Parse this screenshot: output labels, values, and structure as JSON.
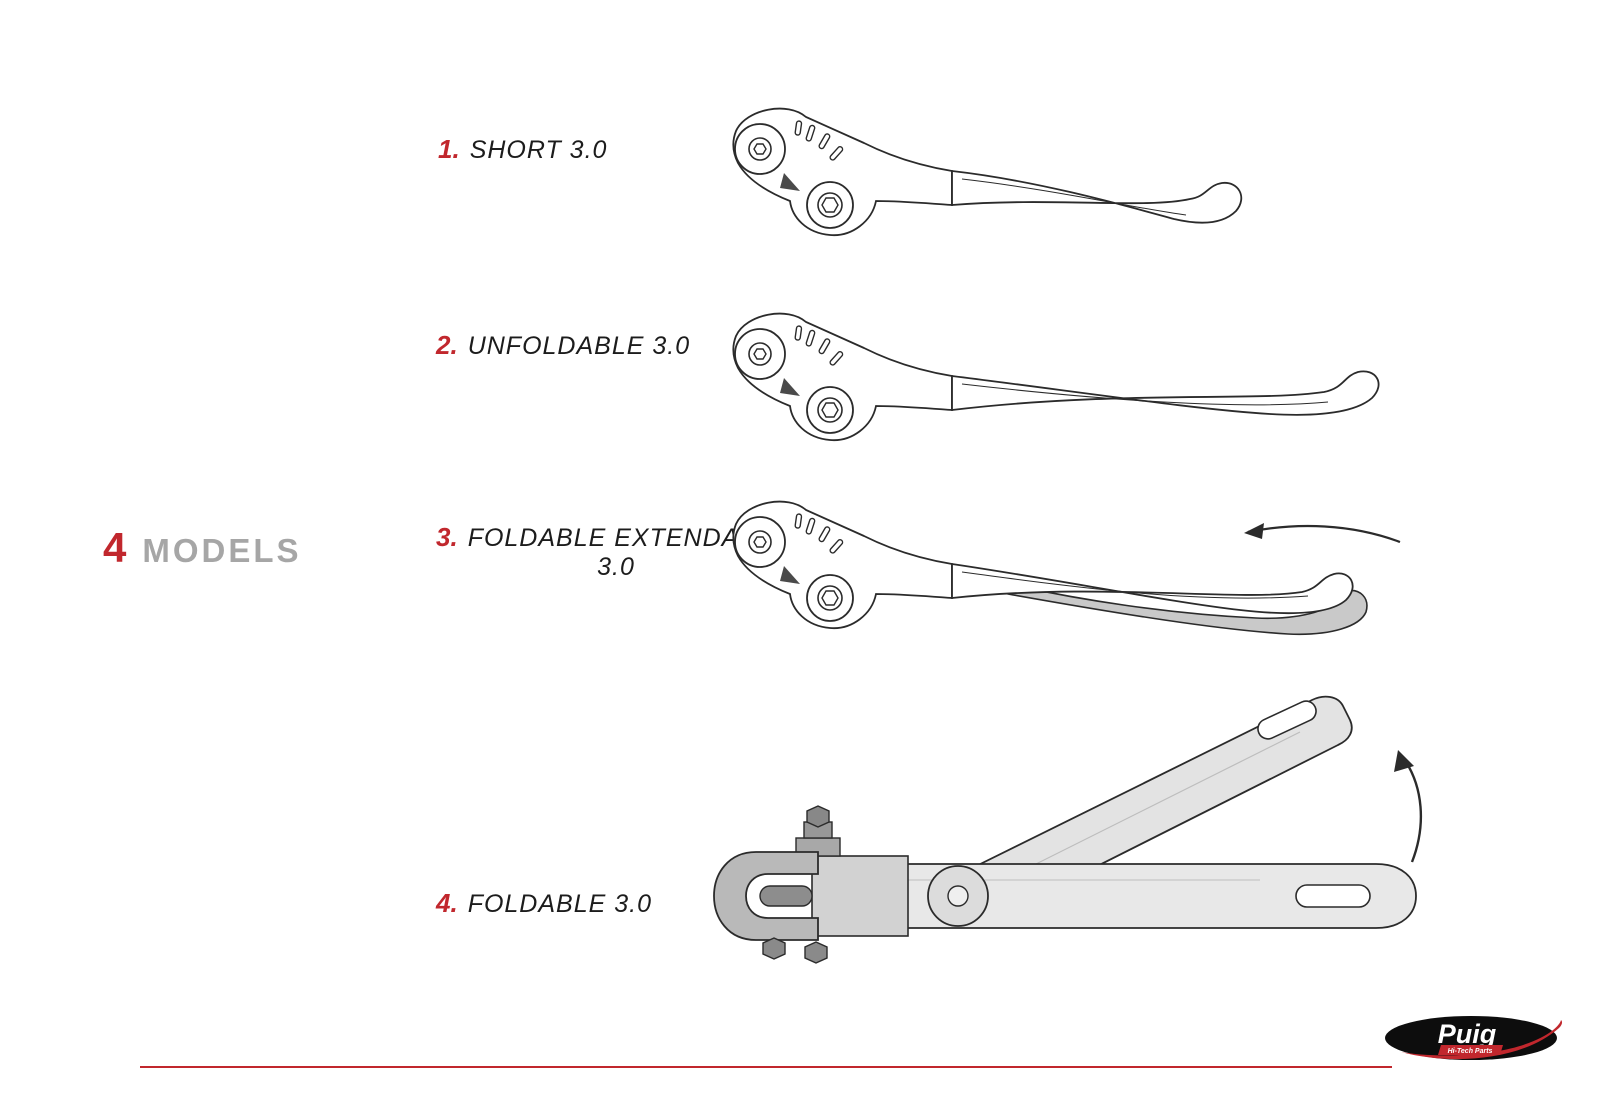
{
  "header": {
    "count": "4",
    "word": "MODELS"
  },
  "models": [
    {
      "number": "1.",
      "label": "SHORT 3.0",
      "label2": ""
    },
    {
      "number": "2.",
      "label": "UNFOLDABLE 3.0",
      "label2": ""
    },
    {
      "number": "3.",
      "label": "FOLDABLE EXTENDABLE",
      "label2": "3.0"
    },
    {
      "number": "4.",
      "label": "FOLDABLE 3.0",
      "label2": ""
    }
  ],
  "logo": {
    "brand": "Puig",
    "tagline": "Hi-Tech Parts"
  },
  "colors": {
    "accent_red": "#c1272d",
    "muted_gray": "#a6a6a6",
    "ink": "#2b2b2b",
    "extension_gray": "#c9c9c9"
  },
  "icons": {
    "extend_arrow": "arrow-left-curved",
    "fold_arrow": "arrow-up-curved"
  }
}
